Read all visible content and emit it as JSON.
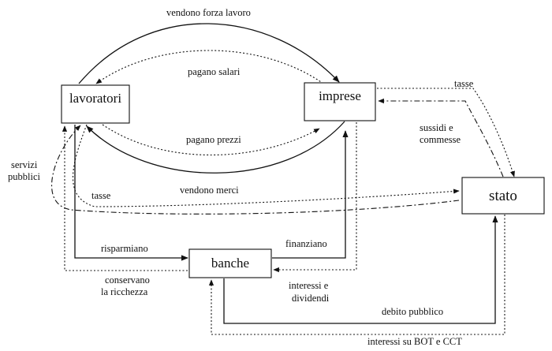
{
  "nodes": {
    "lavoratori": "lavoratori",
    "imprese": "imprese",
    "stato": "stato",
    "banche": "banche"
  },
  "flows": {
    "vendono_forza_lavoro": "vendono forza lavoro",
    "pagano_salari": "pagano salari",
    "pagano_prezzi": "pagano prezzi",
    "vendono_merci": "vendono merci",
    "tasse_imprese": "tasse",
    "sussidi_1": "sussidi e",
    "sussidi_2": "commesse",
    "servizi_1": "servizi",
    "servizi_2": "pubblici",
    "tasse_lavoratori": "tasse",
    "risparmiano": "risparmiano",
    "finanziano": "finanziano",
    "conservano_1": "conservano",
    "conservano_2": "la ricchezza",
    "interessi_1": "interessi e",
    "interessi_2": "dividendi",
    "debito_pubblico": "debito pubblico",
    "interessi_bot": "interessi su BOT e CCT"
  }
}
